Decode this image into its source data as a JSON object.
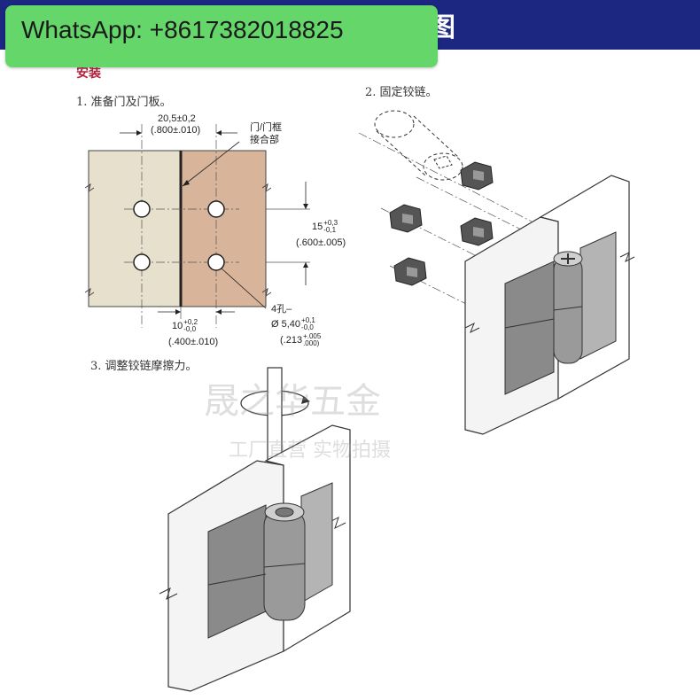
{
  "banner": {
    "whatsapp_text": "WhatsApp: +8617382018825",
    "bar_char": "图",
    "bar_color": "#1b2780",
    "badge_color": "#65d76a"
  },
  "section_title": "安装",
  "steps": [
    {
      "text": "1. 准备门及门板。"
    },
    {
      "text": "2. 固定铰链。"
    },
    {
      "text": "3. 调整铰链摩擦力。"
    }
  ],
  "drawing": {
    "dim_top_main": "20,5±0,2",
    "dim_top_inch": "(.800±.010)",
    "label_door_frame": "门/门框",
    "label_joint": "接合部",
    "dim_right_main": "15",
    "dim_right_tol_upper": "+0,3",
    "dim_right_tol_lower": "-0,1",
    "dim_right_inch": "(.600±.005)",
    "dim_bottom_main": "10",
    "dim_bottom_tol_upper": "+0,2",
    "dim_bottom_tol_lower": "-0,0",
    "dim_bottom_inch": "(.400±.010)",
    "hole_label": "4孔–",
    "hole_dia": "Ø 5,40",
    "hole_tol_upper": "+0,1",
    "hole_tol_lower": "-0,0",
    "hole_inch": "(.213",
    "hole_inch_tol_upper": "+.005",
    "hole_inch_tol_lower": ".000)",
    "left_panel_color": "#e6e0cc",
    "right_panel_color": "#d8b49a"
  },
  "watermark": {
    "line1": "晟之华五金",
    "line2": "工厂直营 实物拍摄"
  }
}
